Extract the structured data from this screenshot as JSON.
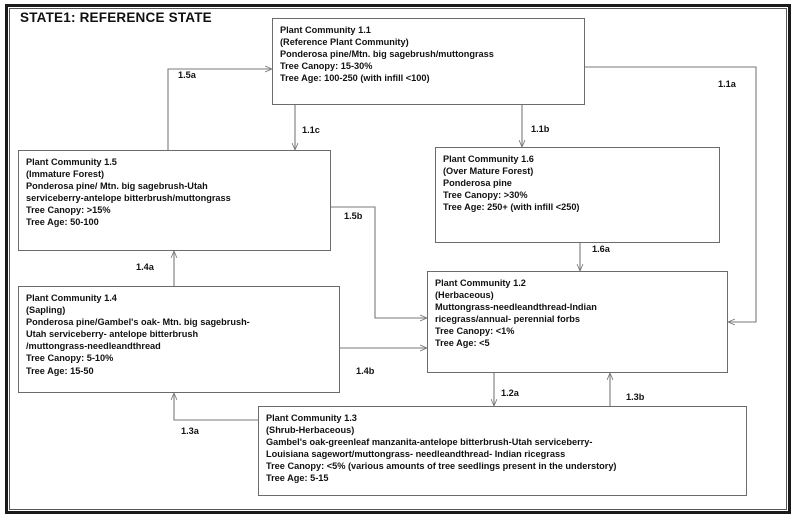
{
  "diagram": {
    "title": "STATE1: REFERENCE STATE",
    "type": "state-and-transition-model",
    "nodes": [
      {
        "id": "pc11",
        "name": "Plant Community 1.1",
        "subtitle": "(Reference Plant Community)",
        "species": [
          "Ponderosa pine/Mtn. big sagebrush/muttongrass"
        ],
        "tree_canopy": "Tree Canopy: 15-30%",
        "tree_age": "Tree Age: 100-250  (with infill <100)"
      },
      {
        "id": "pc15",
        "name": "Plant Community 1.5",
        "subtitle": "(Immature Forest)",
        "species": [
          "Ponderosa pine/ Mtn. big sagebrush-Utah",
          "serviceberry-antelope bitterbrush/muttongrass"
        ],
        "tree_canopy": "Tree Canopy: >15%",
        "tree_age": "Tree Age: 50-100"
      },
      {
        "id": "pc16",
        "name": "Plant Community 1.6",
        "subtitle": "(Over Mature Forest)",
        "species": [
          "Ponderosa pine"
        ],
        "tree_canopy": "Tree Canopy: >30%",
        "tree_age": "Tree Age: 250+ (with infill <250)"
      },
      {
        "id": "pc14",
        "name": "Plant Community 1.4",
        "subtitle": "(Sapling)",
        "species": [
          "Ponderosa pine/Gambel's oak- Mtn. big sagebrush-",
          "Utah serviceberry- antelope bitterbrush",
          "/muttongrass-needleandthread"
        ],
        "tree_canopy": "Tree Canopy: 5-10%",
        "tree_age": "Tree Age: 15-50"
      },
      {
        "id": "pc12",
        "name": "Plant Community 1.2",
        "subtitle": "(Herbaceous)",
        "species": [
          "Muttongrass-needleandthread-Indian",
          "ricegrass/annual- perennial forbs"
        ],
        "tree_canopy": "Tree Canopy: <1%",
        "tree_age": "Tree Age: <5"
      },
      {
        "id": "pc13",
        "name": "Plant Community 1.3",
        "subtitle": "(Shrub-Herbaceous)",
        "species": [
          "Gambel's oak-greenleaf manzanita-antelope bitterbrush-Utah  serviceberry-",
          "Louisiana sagewort/muttongrass-  needleandthread- Indian ricegrass"
        ],
        "tree_canopy": "Tree Canopy: <5% (various amounts of tree seedlings present in the understory)",
        "tree_age": "Tree Age: 5-15"
      }
    ],
    "transitions": [
      {
        "id": "t15a",
        "label": "1.5a",
        "from": "pc15",
        "to": "pc11"
      },
      {
        "id": "t11c",
        "label": "1.1c",
        "from": "pc11",
        "to": "pc15"
      },
      {
        "id": "t11b",
        "label": "1.1b",
        "from": "pc11",
        "to": "pc16"
      },
      {
        "id": "t11a",
        "label": "1.1a",
        "from": "pc11",
        "to": "pc12"
      },
      {
        "id": "t15b",
        "label": "1.5b",
        "from": "pc15",
        "to": "pc12"
      },
      {
        "id": "t16a",
        "label": "1.6a",
        "from": "pc16",
        "to": "pc12"
      },
      {
        "id": "t14a",
        "label": "1.4a",
        "from": "pc14",
        "to": "pc15"
      },
      {
        "id": "t14b",
        "label": "1.4b",
        "from": "pc14",
        "to": "pc12"
      },
      {
        "id": "t12a",
        "label": "1.2a",
        "from": "pc12",
        "to": "pc13"
      },
      {
        "id": "t13b",
        "label": "1.3b",
        "from": "pc13",
        "to": "pc12"
      },
      {
        "id": "t13a",
        "label": "1.3a",
        "from": "pc13",
        "to": "pc14"
      }
    ],
    "colors": {
      "frame": "#1a1a1a",
      "box_border": "#6b6b6b",
      "wire": "#7a7a7a",
      "text": "#111111",
      "background": "#ffffff"
    }
  }
}
